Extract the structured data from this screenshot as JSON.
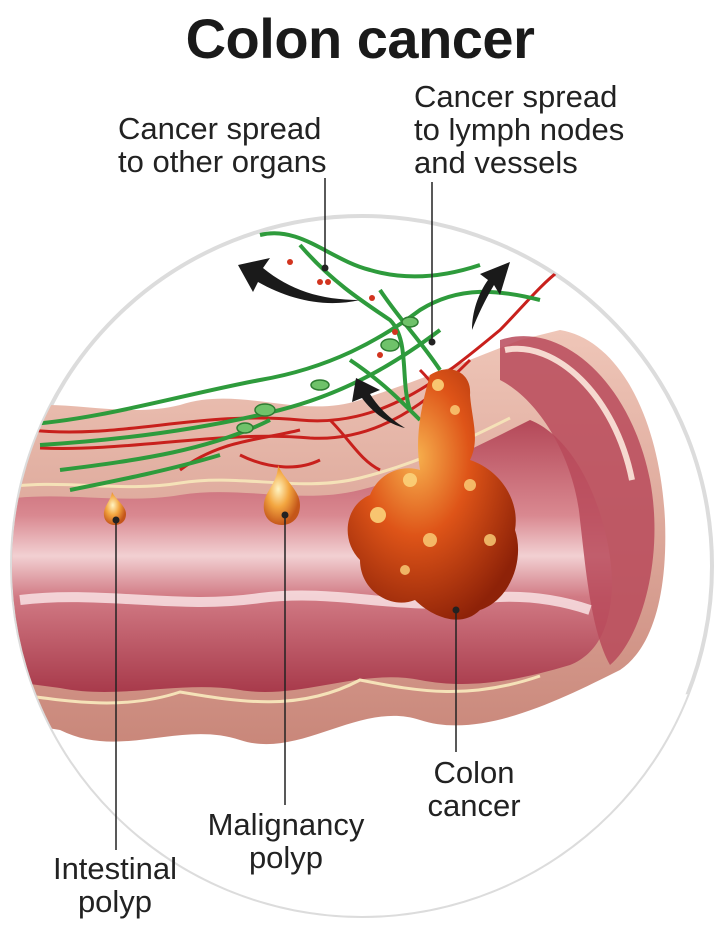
{
  "title": "Colon cancer",
  "labels": {
    "organs": [
      "Cancer spread",
      "to other organs"
    ],
    "lymph": [
      "Cancer spread",
      "to lymph nodes",
      "and vessels"
    ],
    "colon_cancer": [
      "Colon",
      "cancer"
    ],
    "malignancy_polyp": [
      "Malignancy",
      "polyp"
    ],
    "intestinal_polyp": [
      "Intestinal",
      "polyp"
    ]
  },
  "colors": {
    "tissue_outer": "#e8b3a4",
    "tissue_inner": "#c9626d",
    "lining_highlight": "#f4d6d6",
    "vessel_green": "#2e9b3c",
    "vessel_red": "#c8201c",
    "tumor_dark": "#9e2a0a",
    "tumor_mid": "#d9501a",
    "tumor_light": "#f7a64a",
    "circle_border": "#dcdcdc",
    "arrow": "#1a1a1a"
  }
}
